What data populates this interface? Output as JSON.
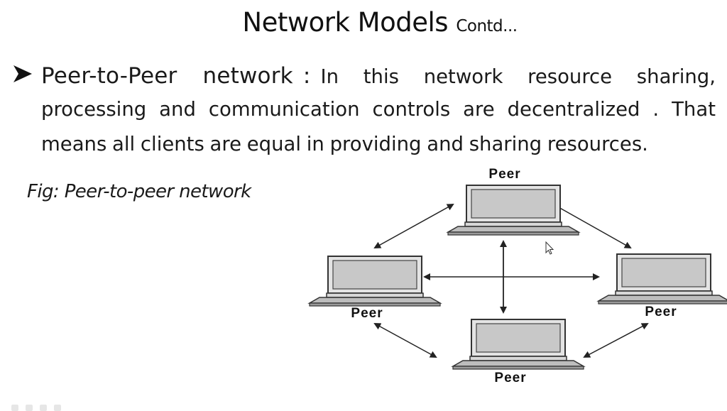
{
  "slide": {
    "title": "Network Models",
    "title_suffix": "Contd...",
    "bullet_term": "Peer-to-Peer  network",
    "bullet_colon": ":",
    "line1_rest": "In this network resource sharing,",
    "line2": "processing and communication controls are decentralized . That",
    "line3": "means all clients are equal in providing and sharing resources.",
    "figure_caption": "Fig: Peer-to-peer network"
  },
  "diagram": {
    "peers": [
      {
        "id": "top",
        "label": "Peer"
      },
      {
        "id": "left",
        "label": "Peer"
      },
      {
        "id": "right",
        "label": "Peer"
      },
      {
        "id": "bottom",
        "label": "Peer"
      }
    ]
  },
  "colors": {
    "text": "#1a1a1a",
    "laptop_screen": "#c8c8c8",
    "laptop_outline": "#333333",
    "background": "#ffffff"
  }
}
